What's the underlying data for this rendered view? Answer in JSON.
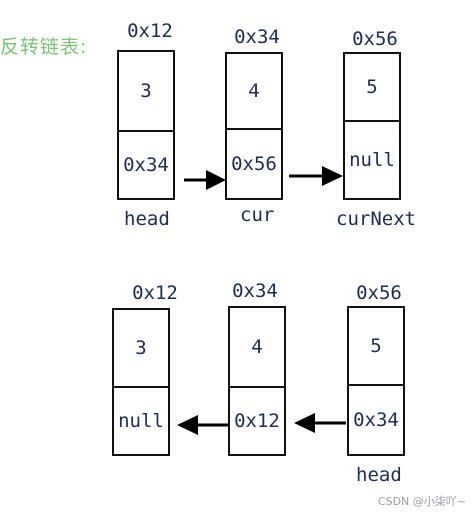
{
  "title": "反转链表:",
  "top_row": {
    "nodes": [
      {
        "addr": "0x12",
        "value": "3",
        "next": "0x34",
        "label": "head"
      },
      {
        "addr": "0x34",
        "value": "4",
        "next": "0x56",
        "label": "cur"
      },
      {
        "addr": "0x56",
        "value": "5",
        "next": "null",
        "label": "curNext"
      }
    ]
  },
  "bottom_row": {
    "nodes": [
      {
        "addr": "0x12",
        "value": "3",
        "next": "null"
      },
      {
        "addr": "0x34",
        "value": "4",
        "next": "0x12"
      },
      {
        "addr": "0x56",
        "value": "5",
        "next": "0x34",
        "label": "head"
      }
    ]
  },
  "watermark": "CSDN @小柒吖~"
}
